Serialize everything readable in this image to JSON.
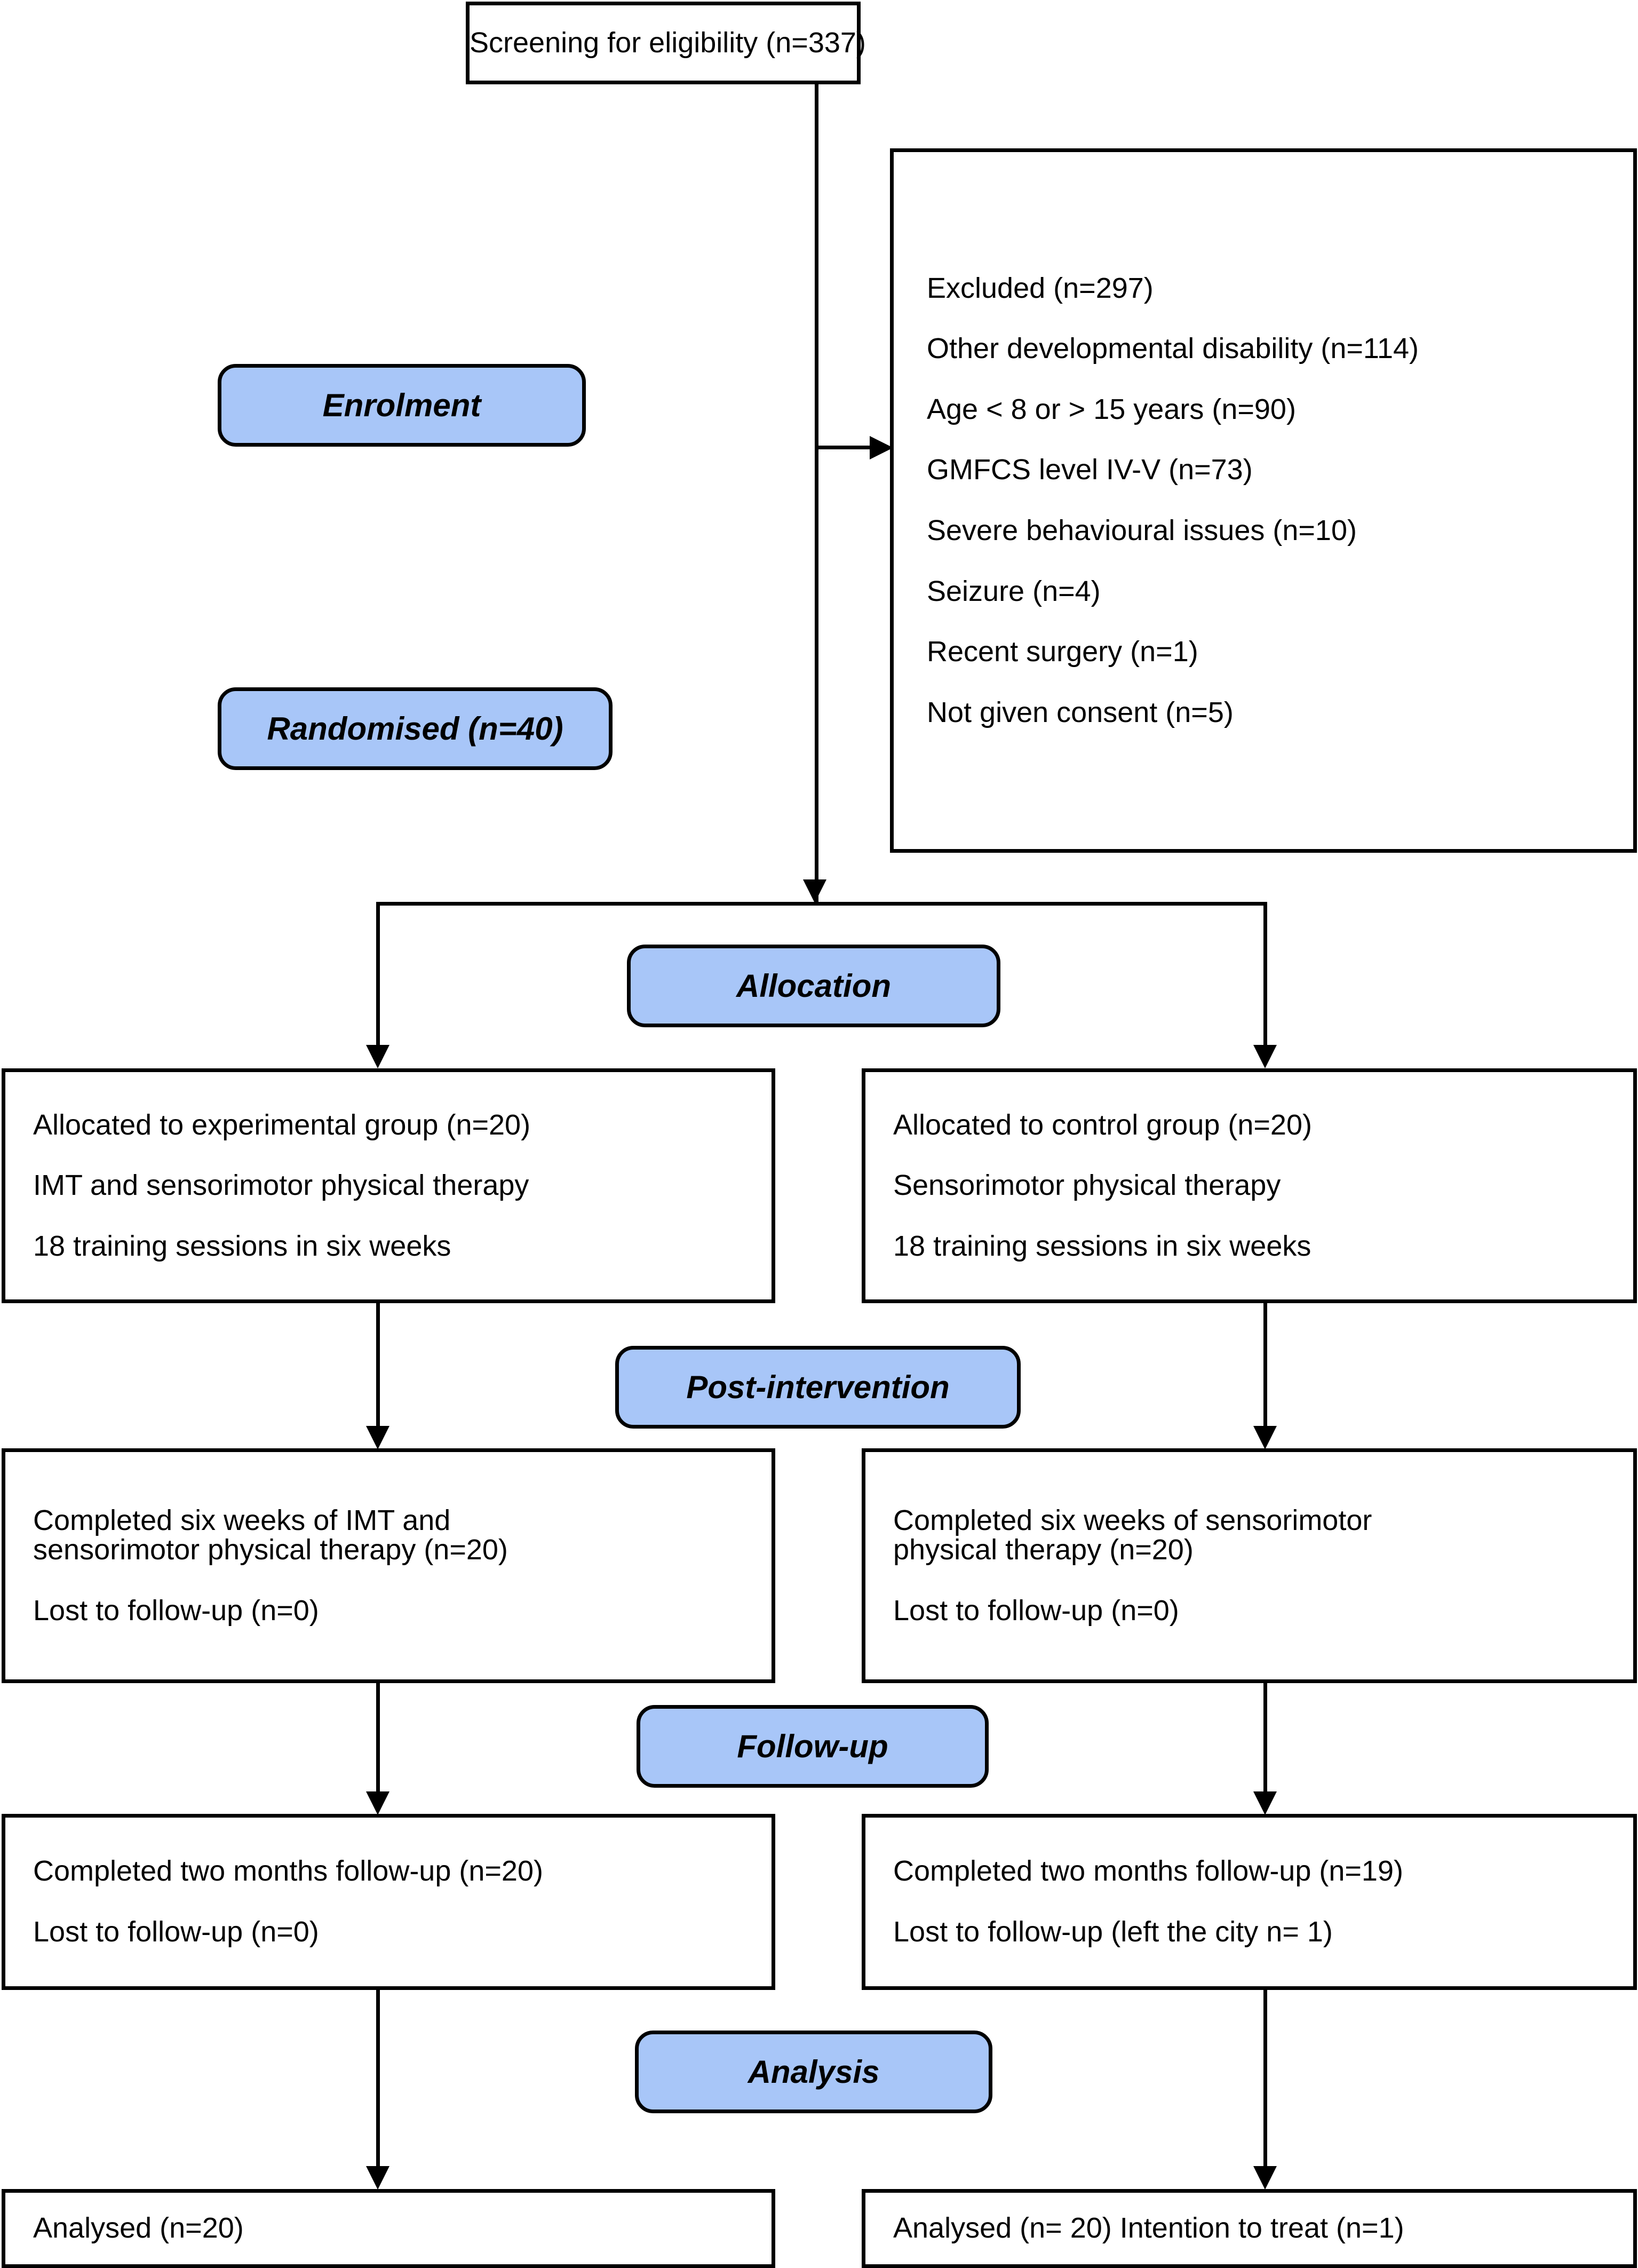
{
  "diagram": {
    "title": "CONSORT participant flow diagram",
    "accent_color": "#A8C6F8",
    "line_color": "#000000",
    "stages": {
      "enrolment": "Enrolment",
      "randomised": "Randomised (n=40)",
      "allocation": "Allocation",
      "post_intervention": "Post-intervention",
      "follow_up": "Follow-up",
      "analysis": "Analysis"
    },
    "screening": {
      "label": "Screening for eligibility (n=337)"
    },
    "excluded": {
      "heading": "Excluded (n=297)",
      "reasons": [
        "Other developmental disability (n=114)",
        "Age < 8 or > 15 years (n=90)",
        "GMFCS level IV-V (n=73)",
        "Severe behavioural issues (n=10)",
        "Seizure (n=4)",
        "Recent surgery (n=1)",
        "Not given consent (n=5)"
      ]
    },
    "allocation": {
      "left": {
        "line1": "Allocated to experimental group (n=20)",
        "line2": "IMT and sensorimotor physical therapy",
        "line3": "18 training sessions in six weeks"
      },
      "right": {
        "line1": "Allocated to control group (n=20)",
        "line2": "Sensorimotor physical therapy",
        "line3": "18 training sessions in six weeks"
      }
    },
    "post_intervention": {
      "left": {
        "line1": "Completed six weeks of IMT and",
        "line2": "sensorimotor physical therapy (n=20)",
        "line3": "Lost to follow-up (n=0)"
      },
      "right": {
        "line1": "Completed six weeks of sensorimotor",
        "line2": "physical therapy (n=20)",
        "line3": "Lost to follow-up (n=0)"
      }
    },
    "follow_up": {
      "left": {
        "line1": "Completed two months follow-up (n=20)",
        "line2": "Lost to follow-up (n=0)"
      },
      "right": {
        "line1": "Completed two months follow-up (n=19)",
        "line2": "Lost to follow-up (left the city n= 1)"
      }
    },
    "analysis": {
      "left": {
        "line1": "Analysed (n=20)"
      },
      "right": {
        "line1": "Analysed (n= 20) Intention to treat (n=1)"
      }
    }
  }
}
